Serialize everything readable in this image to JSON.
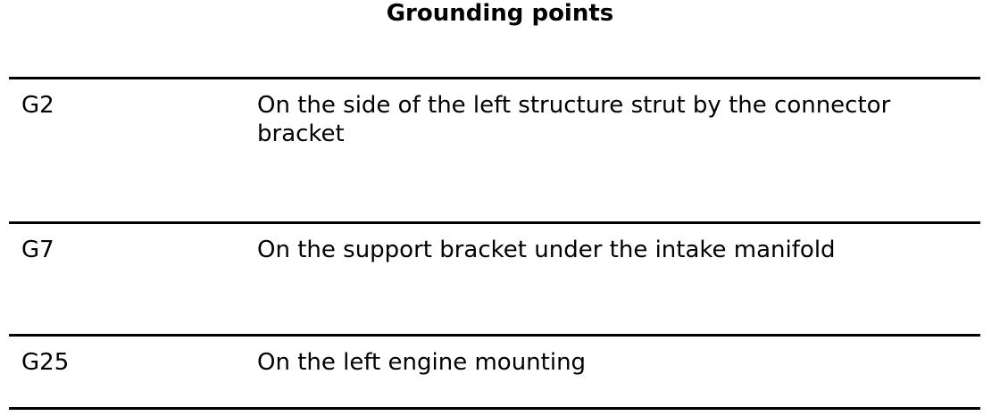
{
  "title": "Grounding points",
  "rows": [
    {
      "code": "G2",
      "description": "On the side of the left structure strut by the connector bracket"
    },
    {
      "code": "G7",
      "description": "On the support bracket under the intake manifold"
    },
    {
      "code": "G25",
      "description": "On the left engine mounting"
    }
  ]
}
